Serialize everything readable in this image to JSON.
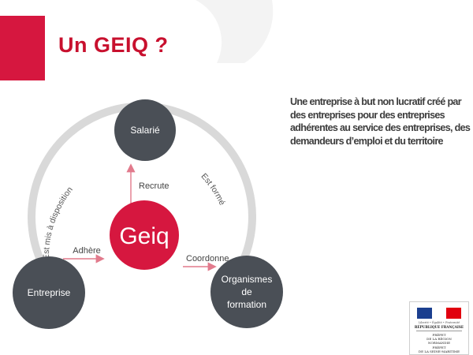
{
  "slide": {
    "title": "Un GEIQ ?",
    "description": "Une entreprise à but non lucratif créé par des entreprises pour des entreprises adhérentes au service des entreprises, des demandeurs d’emploi et du territoire"
  },
  "diagram": {
    "nodes": {
      "salarie": "Salarié",
      "geiq": "Geiq",
      "entreprise": "Entreprise",
      "organismes": [
        "Organismes",
        "de",
        "formation"
      ]
    },
    "edges": {
      "recrute": "Recrute",
      "adhere": "Adhère",
      "coordonne": "Coordonne",
      "est_mis_a_disposition": "Est mis à disposition",
      "est_forme": "Est formé"
    }
  },
  "logo": {
    "flag_colors": [
      "#1b3f8f",
      "#ffffff",
      "#e1000f"
    ],
    "motto": "Liberté • Égalité • Fraternité",
    "republique": "RÉPUBLIQUE FRANÇAISE",
    "prefecture_lines": [
      "PRÉFET",
      "DE LA RÉGION",
      "NORMANDIE",
      "PRÉFET",
      "DE LA SEINE-MARITIME"
    ]
  },
  "colors": {
    "accent_red": "#d6173f",
    "node_dark": "#4a4f56",
    "ring_gray": "#d9d9d9",
    "arrow_red": "#e27a8c"
  }
}
